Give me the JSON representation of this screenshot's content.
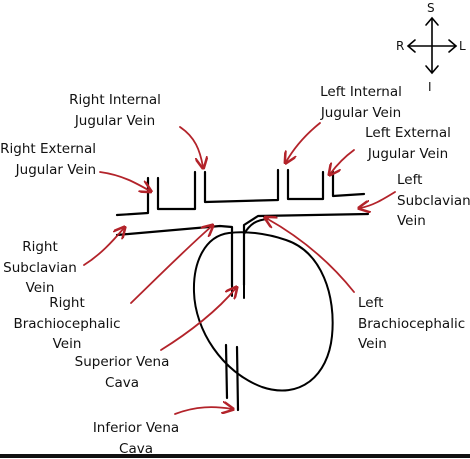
{
  "compass": {
    "superior": "S",
    "inferior": "I",
    "right": "R",
    "left": "L"
  },
  "labels": {
    "right_internal_jugular": [
      "Right Internal",
      "Jugular Vein"
    ],
    "right_external_jugular": [
      "Right External",
      "Jugular Vein"
    ],
    "right_subclavian": [
      "Right",
      "Subclavian",
      "Vein"
    ],
    "right_brachiocephalic": [
      "Right",
      "Brachiocephalic",
      "Vein"
    ],
    "superior_vena_cava": [
      "Superior Vena",
      "Cava"
    ],
    "inferior_vena_cava": [
      "Inferior Vena",
      "Cava"
    ],
    "left_internal_jugular": [
      "Left Internal",
      "Jugular Vein"
    ],
    "left_external_jugular": [
      "Left External",
      "Jugular Vein"
    ],
    "left_subclavian": [
      "Left",
      "Subclavian",
      "Vein"
    ],
    "left_brachiocephalic": [
      "Left",
      "Brachiocephalic",
      "Vein"
    ]
  },
  "colors": {
    "vessel_stroke": "#000000",
    "arrow": "#b3232a",
    "text": "#111111"
  }
}
